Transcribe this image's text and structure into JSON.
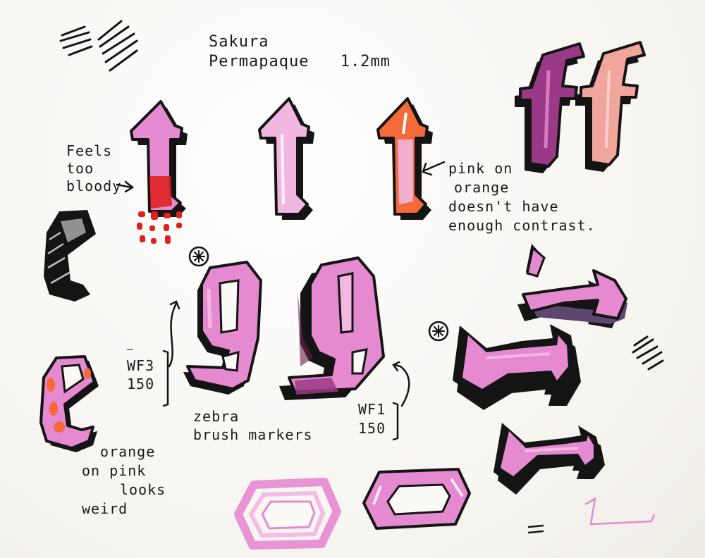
{
  "notes": {
    "pen_brand": "Sakura",
    "pen_model": "Permapaque",
    "pen_size": "1.2mm",
    "t1_l1": "Feels",
    "t1_l2": "too",
    "t1_l3": "bloody",
    "t3_l1": "pink on",
    "t3_l2": "orange",
    "t3_l3": "doesn't have",
    "t3_l4": "enough contrast.",
    "g1_l1": "WF3",
    "g1_l2": "150",
    "g_brand_l1": "zebra",
    "g_brand_l2": "brush markers",
    "g2_l1": "WF1",
    "g2_l2": "150",
    "e_l1": "orange",
    "e_l2": "on pink",
    "e_l3": "looks",
    "e_l4": "weird"
  },
  "glyphs": {
    "t": "t",
    "f": "f",
    "e": "e",
    "g": "g"
  },
  "colors": {
    "ink": "#141414",
    "pink": "#e58ad0",
    "light_pink": "#f2b6e2",
    "magenta": "#9a3a86",
    "salmon": "#f0a69c",
    "orange": "#f46a3a",
    "red": "#e02020",
    "purple_shadow": "#5d4670",
    "paper": "#fbfaf7"
  }
}
